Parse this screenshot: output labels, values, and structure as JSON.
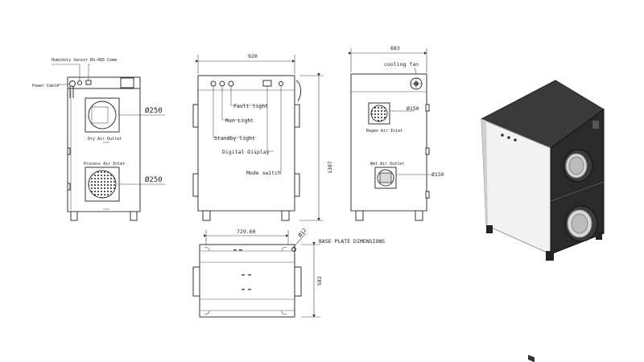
{
  "labels": {
    "humidity_sensor": "Humidity Sensor",
    "rs485": "RS-485 Comm",
    "power_cable": "Power Cable",
    "dry_air_outlet": "Dry Air Outlet",
    "process_air_inlet": "Process Air Inlet",
    "dia_250_top": "Ø250",
    "dia_250_bottom": "Ø250",
    "width_920": "920",
    "fault_light": "Fault light",
    "run_light": "Run Light",
    "standby_light": "Standby light",
    "digital_display": "Digital Display",
    "mode_switch": "Mode switch",
    "height_1307": "1307",
    "width_683": "683",
    "cooling_fan": "cooling fan",
    "dia_150_top": "Ø150",
    "regen_air_inlet": "Regen Air Inlet",
    "wet_air_outlet": "Wet Air Outlet",
    "dia_150_bottom": "Ø150",
    "base_width": "729.60",
    "base_hole": "Ø12",
    "base_plate": "BASE PLATE DIMENSIONS",
    "base_depth": "582"
  },
  "colors": {
    "line": "#333333",
    "grille": "#d9d9d9",
    "cabinet_side": "#f2f2f2",
    "cabinet_dark": "#2a2a2a",
    "cabinet_top": "#3c3c3c"
  }
}
